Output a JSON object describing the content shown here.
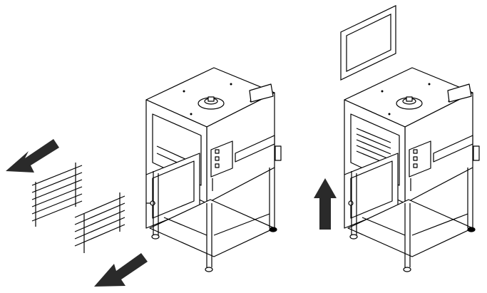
{
  "diagram": {
    "panels": [
      {
        "id": "removal",
        "description_visible": false
      },
      {
        "id": "installation",
        "description_visible": false
      }
    ],
    "brand_mark": "",
    "arrows": [
      {
        "name": "remove-rack-left-arrow",
        "direction": "down-left"
      },
      {
        "name": "remove-rack-front-arrow",
        "direction": "down-left"
      },
      {
        "name": "lift-panel-up-arrow",
        "direction": "up"
      }
    ],
    "colors": {
      "line": "#000000",
      "fill": "#ffffff",
      "arrow": "#2a2a2a"
    }
  }
}
